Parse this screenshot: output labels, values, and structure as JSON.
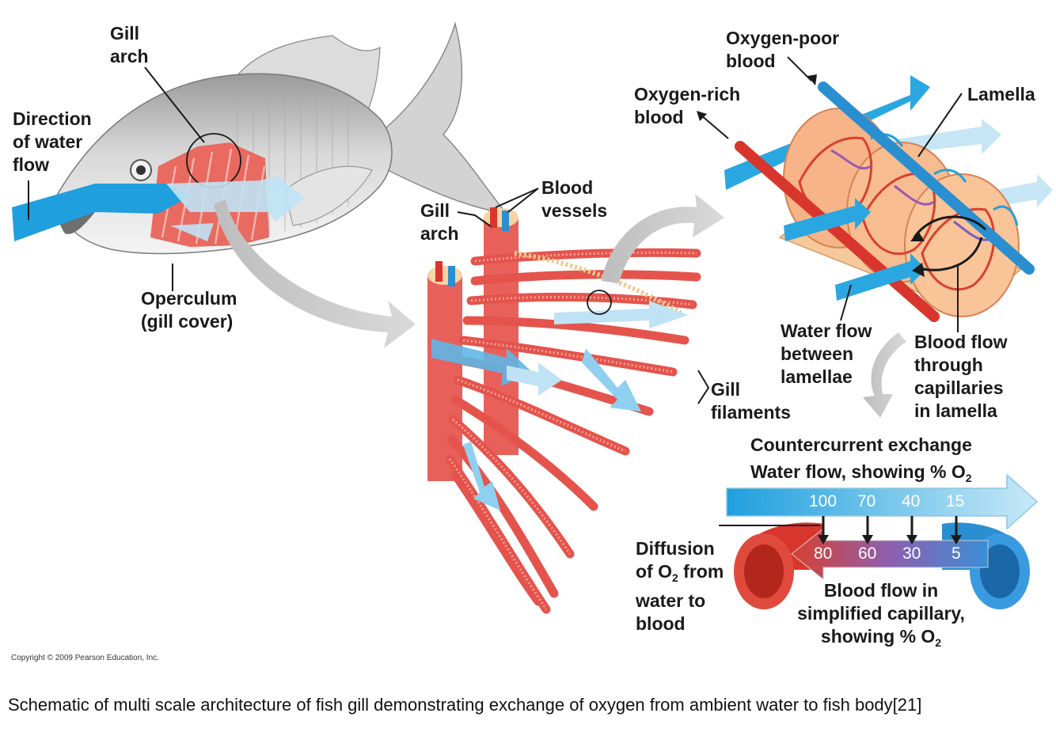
{
  "labels": {
    "gill_arch_1": "Gill\narch",
    "direction_water_flow": "Direction\nof water\nflow",
    "operculum": "Operculum\n(gill cover)",
    "gill_arch_2": "Gill\narch",
    "blood_vessels": "Blood\nvessels",
    "gill_filaments": "Gill\nfilaments",
    "oxygen_poor_blood": "Oxygen-poor\nblood",
    "oxygen_rich_blood": "Oxygen-rich\nblood",
    "lamella": "Lamella",
    "water_flow_between_lamellae": "Water flow\nbetween\nlamellae",
    "blood_flow_capillaries": "Blood flow\nthrough\ncapillaries\nin lamella",
    "countercurrent_exchange": "Countercurrent exchange",
    "water_flow_showing": "Water flow, showing % O",
    "diffusion_line1": "Diffusion",
    "diffusion_line2a": "of O",
    "diffusion_line2b": " from",
    "diffusion_line3": "water to\nblood",
    "blood_flow_in_simplified": "Blood flow in\nsimplified capillary,\nshowing % O",
    "subscript_2": "2"
  },
  "water_o2_values": [
    "100",
    "70",
    "40",
    "15"
  ],
  "blood_o2_values": [
    "80",
    "60",
    "30",
    "5"
  ],
  "copyright": "Copyright © 2009 Pearson Education, Inc.",
  "caption": "Schematic of multi scale architecture of fish gill demonstrating exchange of oxygen from ambient water to fish body[21]",
  "colors": {
    "water_blue": "#2aa7e0",
    "water_light": "#bfe3f5",
    "filament_red": "#e8605a",
    "artery_red": "#d8362c",
    "vein_blue": "#2a8fd0",
    "fish_gray": "#c8c8c8"
  }
}
